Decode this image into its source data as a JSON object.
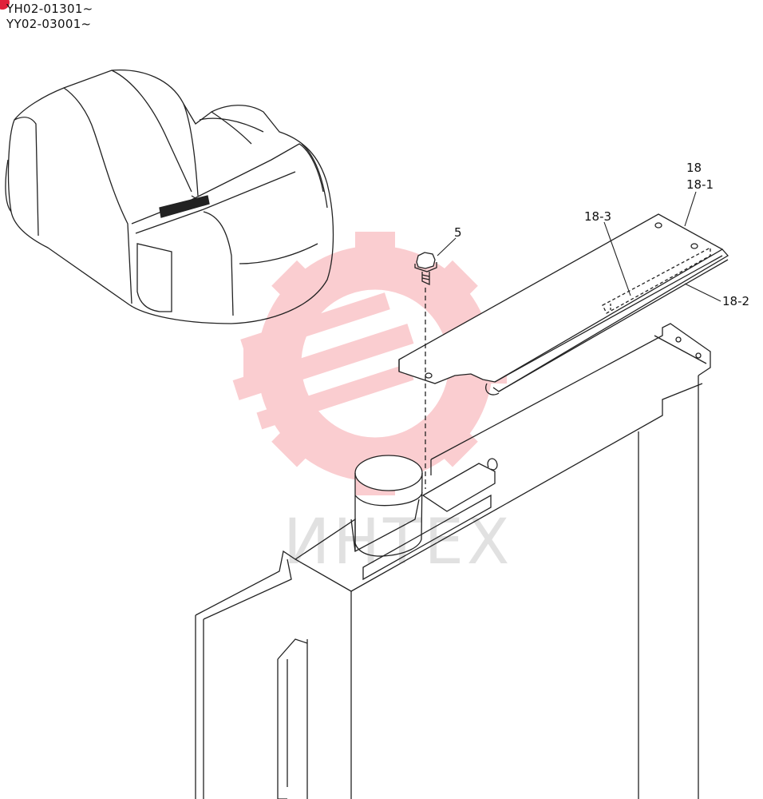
{
  "serials": [
    "YH02-01301~",
    "YY02-03001~"
  ],
  "callouts": {
    "c18": "18",
    "c18_1": "18-1",
    "c18_3": "18-3",
    "c18_2": "18-2",
    "c5": "5"
  },
  "watermark": {
    "text": "ИНТЕХ",
    "color": "#f26b73"
  }
}
